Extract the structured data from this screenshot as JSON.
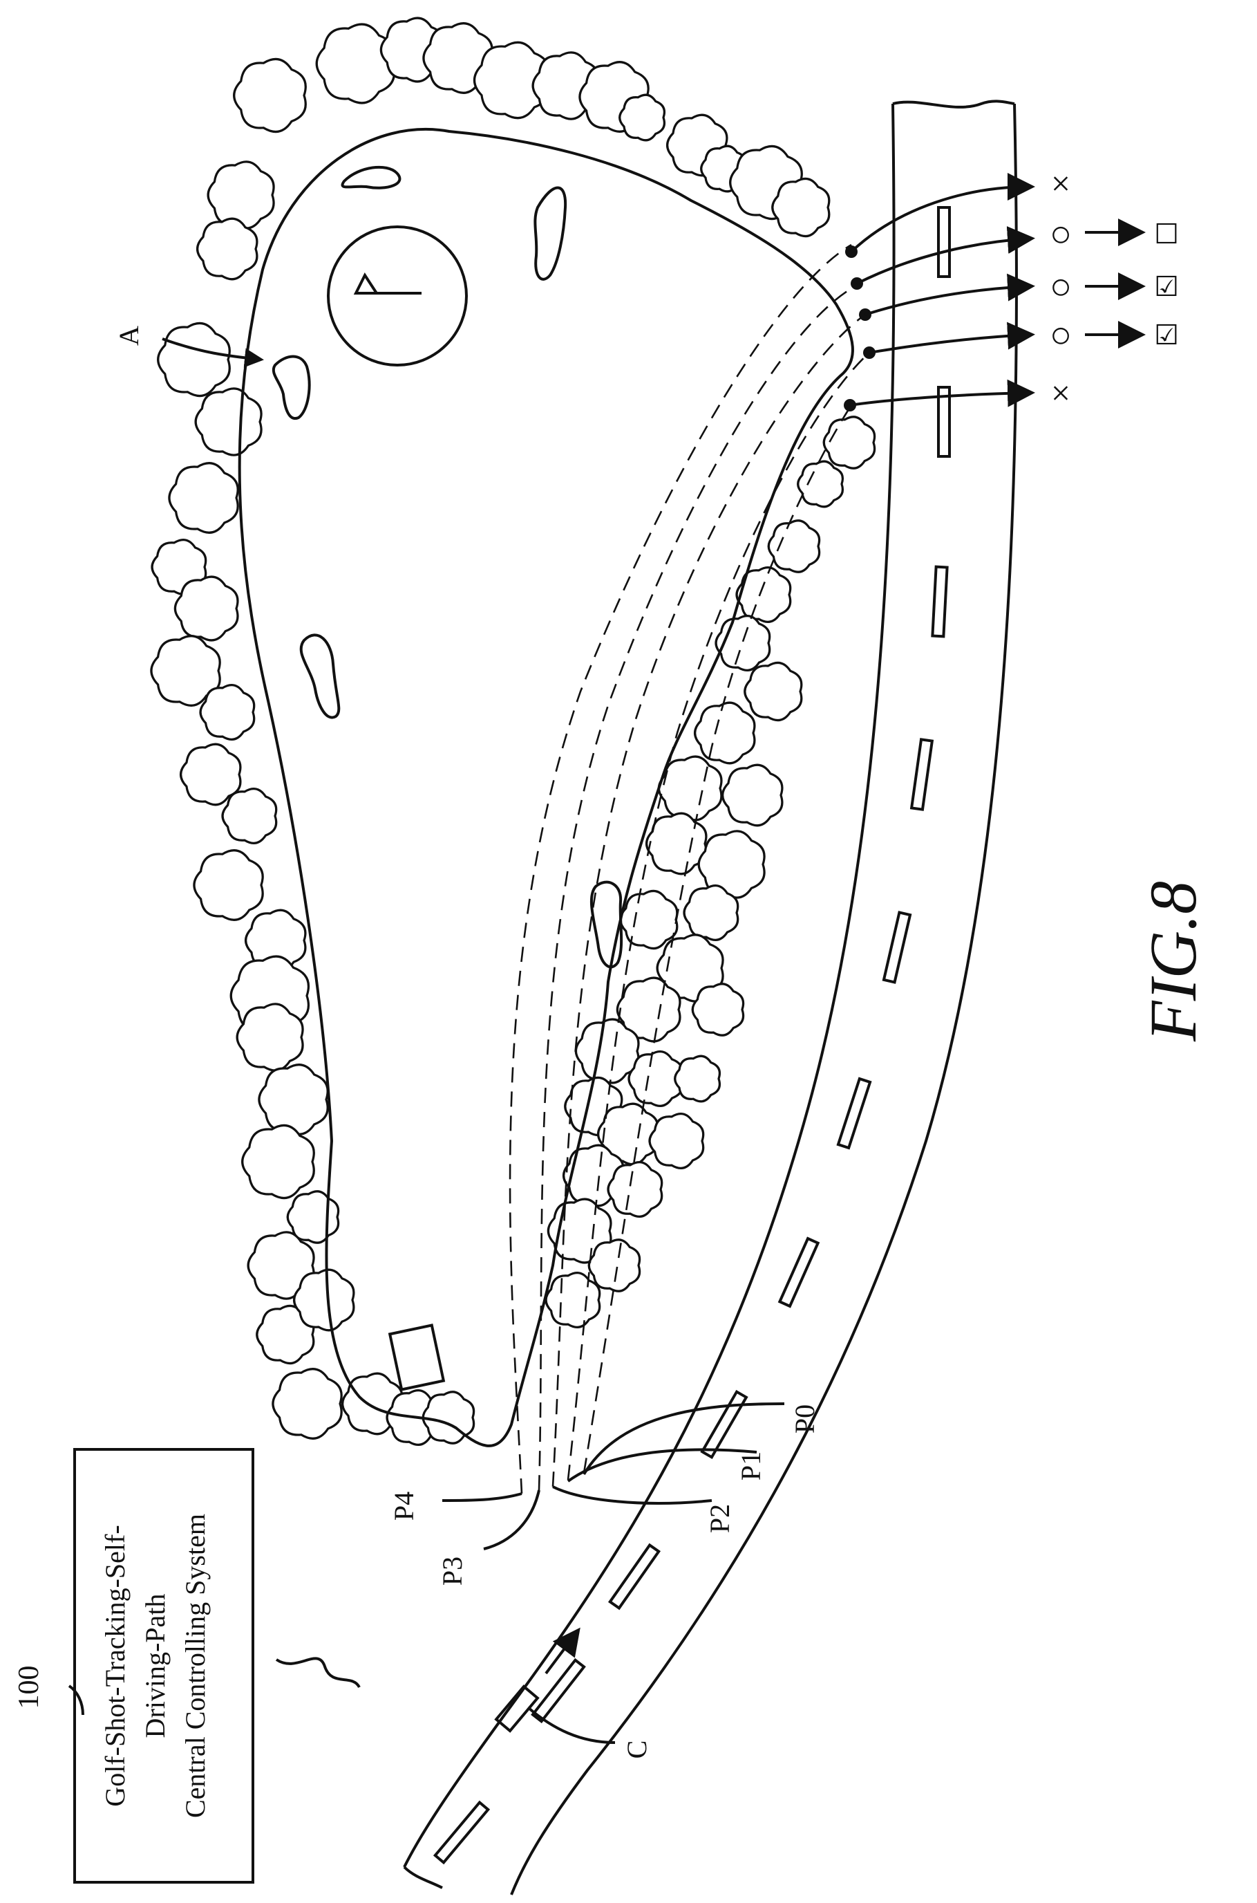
{
  "figure_label": "FIG.8",
  "system": {
    "ref": "100",
    "lines": [
      "Golf-Shot-Tracking-Self-",
      "Driving-Path",
      "Central Controlling System"
    ]
  },
  "labels": {
    "fairway": "A",
    "cart": "C",
    "p0": "P0",
    "p1": "P1",
    "p2": "P2",
    "p3": "P3",
    "p4": "P4"
  },
  "results": [
    {
      "marker": "×",
      "next": ""
    },
    {
      "marker": "○",
      "next": "☐"
    },
    {
      "marker": "○",
      "next": "☑"
    },
    {
      "marker": "○",
      "next": "☑"
    },
    {
      "marker": "×",
      "next": ""
    }
  ]
}
